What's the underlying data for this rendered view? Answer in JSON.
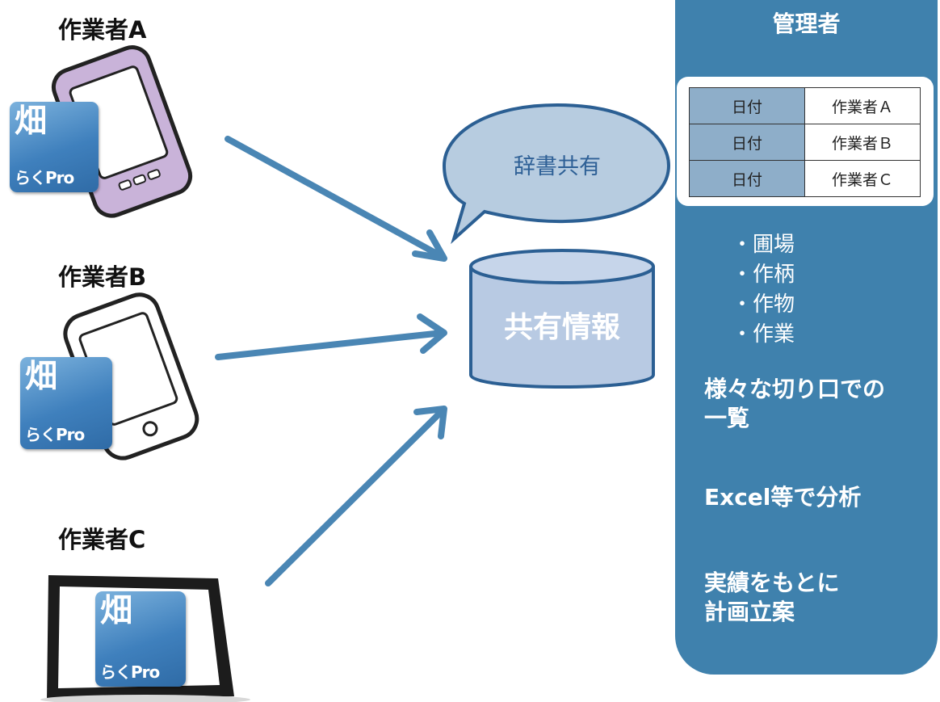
{
  "workers": [
    {
      "label": "作業者A"
    },
    {
      "label": "作業者B"
    },
    {
      "label": "作業者C"
    }
  ],
  "app_icon": {
    "line1": "畑",
    "line2": "らく",
    "line3": "Pro"
  },
  "bubble": {
    "label": "辞書共有"
  },
  "database": {
    "label": "共有情報"
  },
  "admin": {
    "title": "管理者",
    "table": [
      {
        "date": "日付",
        "worker": "作業者Ａ"
      },
      {
        "date": "日付",
        "worker": "作業者Ｂ"
      },
      {
        "date": "日付",
        "worker": "作業者Ｃ"
      }
    ],
    "items": [
      "・圃場",
      "・作柄",
      "・作物",
      "・作業"
    ],
    "features": [
      {
        "line1": "様々な切り口での",
        "line2": "一覧"
      },
      {
        "line1": "Excel等で分析",
        "line2": ""
      },
      {
        "line1": "実績をもとに",
        "line2": "計画立案"
      }
    ]
  },
  "colors": {
    "panel": "#3f81ad",
    "arrow": "#4a86b4",
    "database_fill": "#b8cae3",
    "bubble_fill": "#b7cce0"
  }
}
